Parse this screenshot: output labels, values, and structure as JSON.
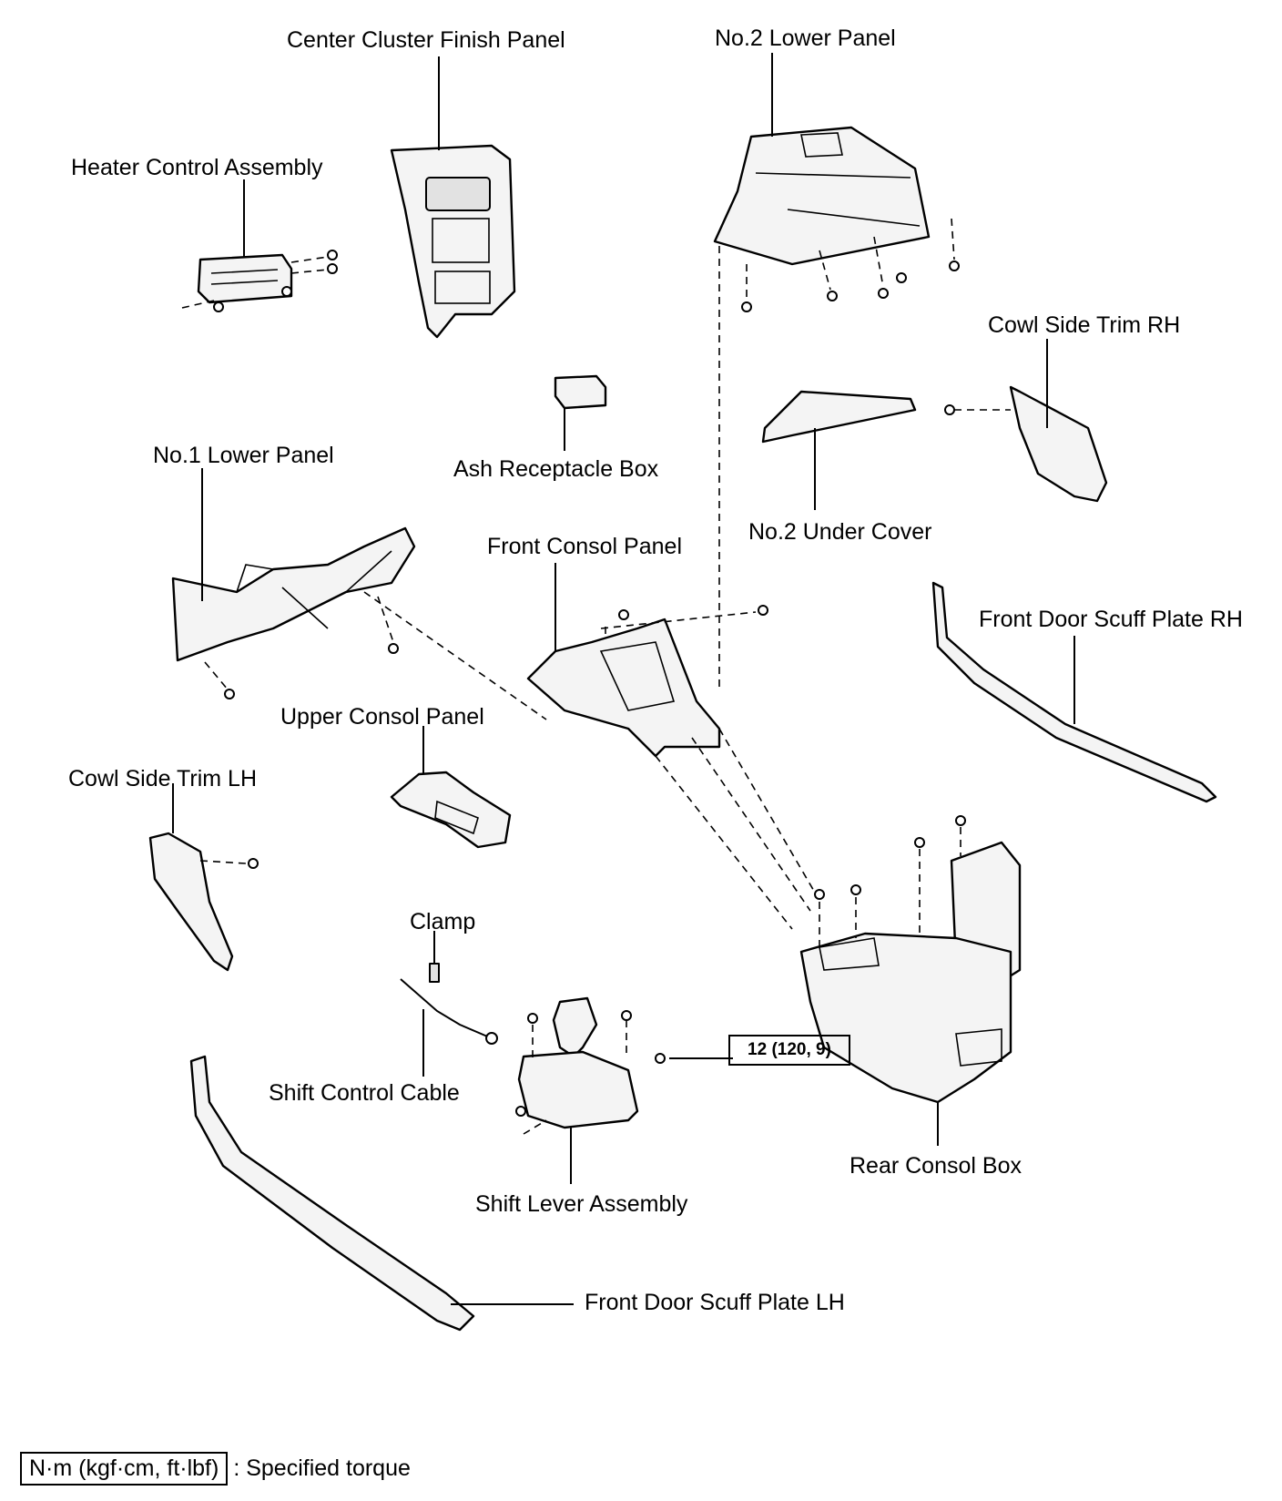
{
  "labels": {
    "center_cluster_finish_panel": "Center Cluster Finish Panel",
    "no2_lower_panel": "No.2 Lower Panel",
    "heater_control_assembly": "Heater Control Assembly",
    "cowl_side_trim_rh": "Cowl Side Trim RH",
    "ash_receptacle_box": "Ash Receptacle Box",
    "no1_lower_panel": "No.1 Lower Panel",
    "no2_under_cover": "No.2 Under Cover",
    "front_consol_panel": "Front Consol Panel",
    "front_door_scuff_plate_rh": "Front Door Scuff Plate RH",
    "upper_consol_panel": "Upper Consol Panel",
    "cowl_side_trim_lh": "Cowl Side Trim LH",
    "clamp": "Clamp",
    "shift_control_cable": "Shift Control Cable",
    "rear_consol_box": "Rear Consol Box",
    "shift_lever_assembly": "Shift Lever Assembly",
    "front_door_scuff_plate_lh": "Front Door Scuff Plate LH"
  },
  "torque_value": "12 (120, 9)",
  "legend": {
    "unit_box": "N·m (kgf·cm, ft·lbf)",
    "description": ": Specified torque"
  }
}
